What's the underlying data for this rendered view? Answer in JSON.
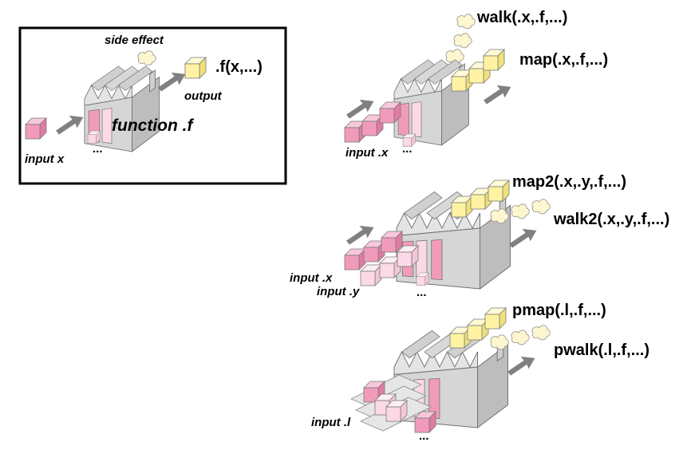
{
  "colors": {
    "pink": "#f19bbb",
    "pink_light": "#fbd9e6",
    "yellow": "#fff3a3",
    "factory": "#d6d6d6",
    "arrow": "#808080",
    "frame": "#000000"
  },
  "icons": [
    "factory-icon",
    "cube-icon",
    "arrow-icon",
    "smoke-cloud-icon",
    "conveyor-icon"
  ],
  "panel_single": {
    "side_effect_label": "side effect",
    "function_label": "function .f",
    "output_label": "output",
    "result_label": ".f(x,...)",
    "input_label": "input x",
    "ellipsis": "..."
  },
  "panel_map": {
    "walk_label": "walk(.x,.f,...)",
    "map_label": "map(.x,.f,...)",
    "input_label": "input .x",
    "ellipsis": "..."
  },
  "panel_map2": {
    "map2_label": "map2(.x,.y,.f,...)",
    "walk2_label": "walk2(.x,.y,.f,...)",
    "input_x_label": "input .x",
    "input_y_label": "input .y",
    "ellipsis": "..."
  },
  "panel_pmap": {
    "pmap_label": "pmap(.l,.f,...)",
    "pwalk_label": "pwalk(.l,.f,...)",
    "input_label": "input .l",
    "ellipsis": "..."
  }
}
